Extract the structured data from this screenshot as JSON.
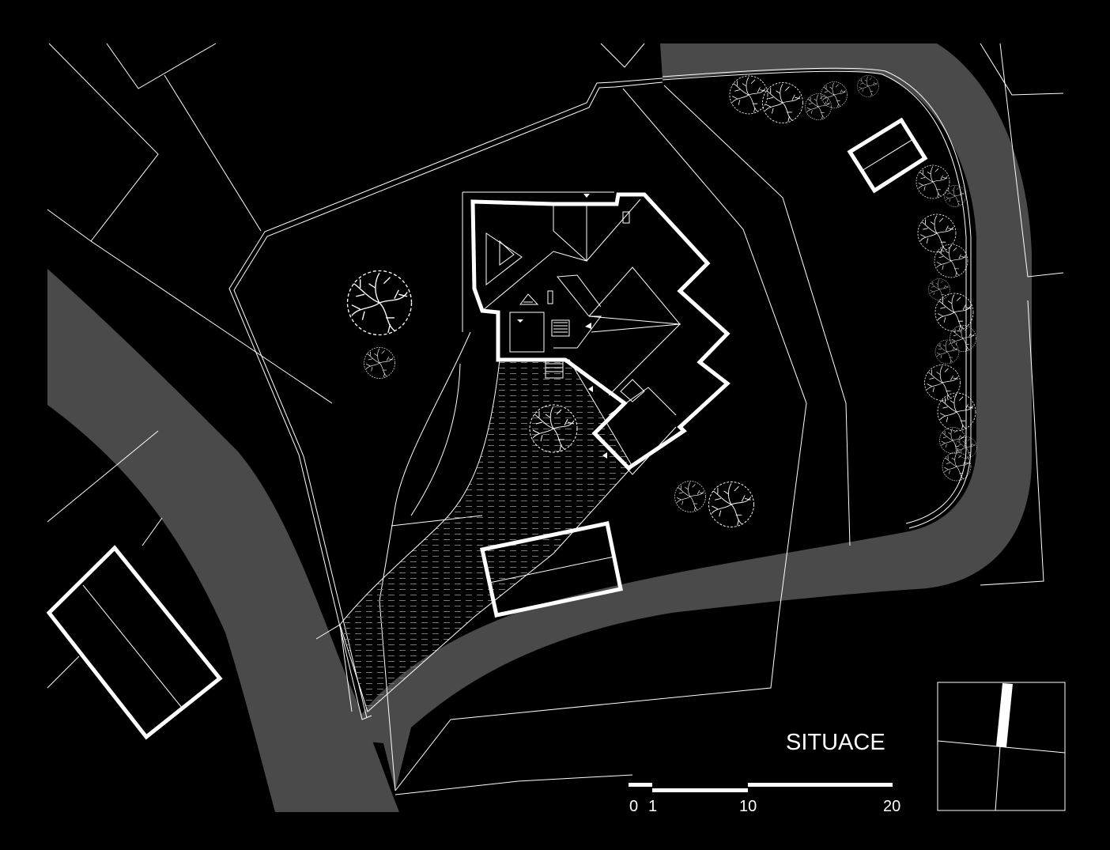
{
  "title": "SITUACE",
  "scale_bar": {
    "labels": [
      "0",
      "1",
      "10",
      "20"
    ]
  },
  "colors": {
    "background": "#000000",
    "lines": "#ffffff",
    "road": "#4a4a4a"
  }
}
